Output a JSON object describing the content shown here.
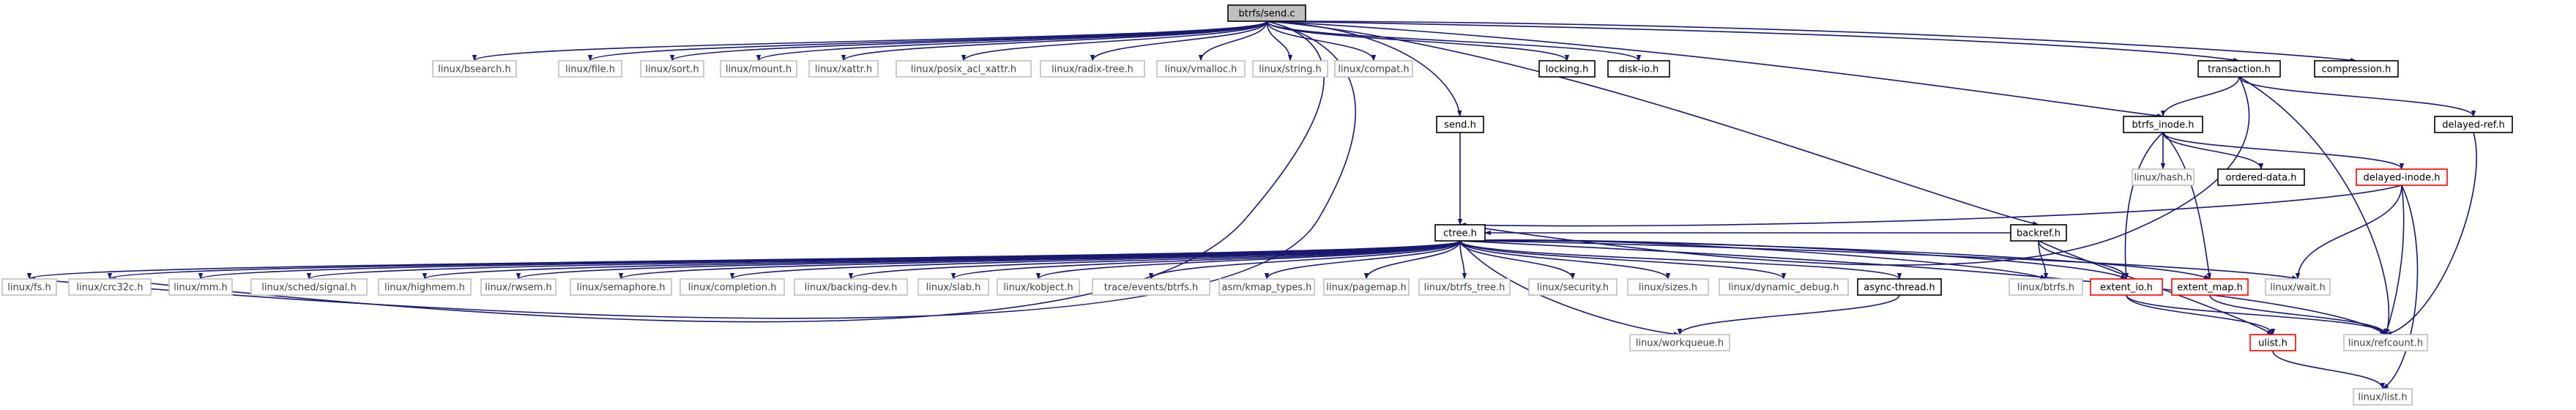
{
  "diagram": {
    "colors": {
      "edge": "#191970",
      "root_fill": "#bfbfbf",
      "linked_border": "#000000",
      "grey_border": "#bfbfbf",
      "red_border": "#ff0000",
      "grey_text": "#404040",
      "dark_text": "#000000"
    },
    "nodes": [
      {
        "id": "send_c",
        "label": "btrfs/send.c",
        "style": "root"
      },
      {
        "id": "bsearch",
        "label": "linux/bsearch.h",
        "style": "grey"
      },
      {
        "id": "file",
        "label": "linux/file.h",
        "style": "grey"
      },
      {
        "id": "sort",
        "label": "linux/sort.h",
        "style": "grey"
      },
      {
        "id": "mount",
        "label": "linux/mount.h",
        "style": "grey"
      },
      {
        "id": "xattr",
        "label": "linux/xattr.h",
        "style": "grey"
      },
      {
        "id": "posix_acl",
        "label": "linux/posix_acl_xattr.h",
        "style": "grey"
      },
      {
        "id": "radix",
        "label": "linux/radix-tree.h",
        "style": "grey"
      },
      {
        "id": "vmalloc",
        "label": "linux/vmalloc.h",
        "style": "grey"
      },
      {
        "id": "string",
        "label": "linux/string.h",
        "style": "grey"
      },
      {
        "id": "compat",
        "label": "linux/compat.h",
        "style": "grey"
      },
      {
        "id": "locking",
        "label": "locking.h",
        "style": "linked"
      },
      {
        "id": "diskio",
        "label": "disk-io.h",
        "style": "linked"
      },
      {
        "id": "transaction",
        "label": "transaction.h",
        "style": "linked"
      },
      {
        "id": "compression",
        "label": "compression.h",
        "style": "linked"
      },
      {
        "id": "delayed_ref",
        "label": "delayed-ref.h",
        "style": "linked"
      },
      {
        "id": "send_h",
        "label": "send.h",
        "style": "linked"
      },
      {
        "id": "btrfs_inode",
        "label": "btrfs_inode.h",
        "style": "linked"
      },
      {
        "id": "hash",
        "label": "linux/hash.h",
        "style": "grey"
      },
      {
        "id": "ordered",
        "label": "ordered-data.h",
        "style": "linked"
      },
      {
        "id": "delayed_inode",
        "label": "delayed-inode.h",
        "style": "red"
      },
      {
        "id": "ctree",
        "label": "ctree.h",
        "style": "linked"
      },
      {
        "id": "backref",
        "label": "backref.h",
        "style": "linked"
      },
      {
        "id": "fs",
        "label": "linux/fs.h",
        "style": "grey"
      },
      {
        "id": "crc32c",
        "label": "linux/crc32c.h",
        "style": "grey"
      },
      {
        "id": "mm",
        "label": "linux/mm.h",
        "style": "grey"
      },
      {
        "id": "signal",
        "label": "linux/sched/signal.h",
        "style": "grey"
      },
      {
        "id": "highmem",
        "label": "linux/highmem.h",
        "style": "grey"
      },
      {
        "id": "rwsem",
        "label": "linux/rwsem.h",
        "style": "grey"
      },
      {
        "id": "semaphore",
        "label": "linux/semaphore.h",
        "style": "grey"
      },
      {
        "id": "completion",
        "label": "linux/completion.h",
        "style": "grey"
      },
      {
        "id": "backing",
        "label": "linux/backing-dev.h",
        "style": "grey"
      },
      {
        "id": "slab",
        "label": "linux/slab.h",
        "style": "grey"
      },
      {
        "id": "kobject",
        "label": "linux/kobject.h",
        "style": "grey"
      },
      {
        "id": "trace",
        "label": "trace/events/btrfs.h",
        "style": "grey"
      },
      {
        "id": "kmap",
        "label": "asm/kmap_types.h",
        "style": "grey"
      },
      {
        "id": "pagemap",
        "label": "linux/pagemap.h",
        "style": "grey"
      },
      {
        "id": "btrfs_tree",
        "label": "linux/btrfs_tree.h",
        "style": "grey"
      },
      {
        "id": "security",
        "label": "linux/security.h",
        "style": "grey"
      },
      {
        "id": "sizes",
        "label": "linux/sizes.h",
        "style": "grey"
      },
      {
        "id": "dyndebug",
        "label": "linux/dynamic_debug.h",
        "style": "grey"
      },
      {
        "id": "async",
        "label": "async-thread.h",
        "style": "linked"
      },
      {
        "id": "lbtrfs",
        "label": "linux/btrfs.h",
        "style": "grey"
      },
      {
        "id": "extent_io",
        "label": "extent_io.h",
        "style": "red"
      },
      {
        "id": "extent_map",
        "label": "extent_map.h",
        "style": "red"
      },
      {
        "id": "wait",
        "label": "linux/wait.h",
        "style": "grey"
      },
      {
        "id": "refcount",
        "label": "linux/refcount.h",
        "style": "grey"
      },
      {
        "id": "workqueue",
        "label": "linux/workqueue.h",
        "style": "grey"
      },
      {
        "id": "ulist",
        "label": "ulist.h",
        "style": "red"
      },
      {
        "id": "list",
        "label": "linux/list.h",
        "style": "grey"
      }
    ],
    "edges": [
      [
        "send_c",
        "bsearch"
      ],
      [
        "send_c",
        "file"
      ],
      [
        "send_c",
        "sort"
      ],
      [
        "send_c",
        "mount"
      ],
      [
        "send_c",
        "xattr"
      ],
      [
        "send_c",
        "posix_acl"
      ],
      [
        "send_c",
        "radix"
      ],
      [
        "send_c",
        "vmalloc"
      ],
      [
        "send_c",
        "string"
      ],
      [
        "send_c",
        "compat"
      ],
      [
        "send_c",
        "locking"
      ],
      [
        "send_c",
        "diskio"
      ],
      [
        "send_c",
        "transaction"
      ],
      [
        "send_c",
        "compression"
      ],
      [
        "send_c",
        "send_h"
      ],
      [
        "send_c",
        "btrfs_inode"
      ],
      [
        "send_c",
        "backref"
      ],
      [
        "send_c",
        "fs"
      ],
      [
        "send_c",
        "crc32c"
      ],
      [
        "transaction",
        "btrfs_inode"
      ],
      [
        "transaction",
        "delayed_ref"
      ],
      [
        "transaction",
        "ctree"
      ],
      [
        "transaction",
        "refcount"
      ],
      [
        "delayed_ref",
        "refcount"
      ],
      [
        "btrfs_inode",
        "hash"
      ],
      [
        "btrfs_inode",
        "ordered"
      ],
      [
        "btrfs_inode",
        "delayed_inode"
      ],
      [
        "btrfs_inode",
        "extent_io"
      ],
      [
        "btrfs_inode",
        "extent_map"
      ],
      [
        "delayed_inode",
        "ctree"
      ],
      [
        "delayed_inode",
        "wait"
      ],
      [
        "delayed_inode",
        "refcount"
      ],
      [
        "delayed_inode",
        "list"
      ],
      [
        "send_h",
        "ctree"
      ],
      [
        "backref",
        "ctree"
      ],
      [
        "backref",
        "lbtrfs"
      ],
      [
        "backref",
        "extent_io"
      ],
      [
        "backref",
        "ulist"
      ],
      [
        "ctree",
        "fs"
      ],
      [
        "ctree",
        "crc32c"
      ],
      [
        "ctree",
        "mm"
      ],
      [
        "ctree",
        "signal"
      ],
      [
        "ctree",
        "highmem"
      ],
      [
        "ctree",
        "rwsem"
      ],
      [
        "ctree",
        "semaphore"
      ],
      [
        "ctree",
        "completion"
      ],
      [
        "ctree",
        "backing"
      ],
      [
        "ctree",
        "slab"
      ],
      [
        "ctree",
        "kobject"
      ],
      [
        "ctree",
        "trace"
      ],
      [
        "ctree",
        "kmap"
      ],
      [
        "ctree",
        "pagemap"
      ],
      [
        "ctree",
        "btrfs_tree"
      ],
      [
        "ctree",
        "workqueue"
      ],
      [
        "ctree",
        "security"
      ],
      [
        "ctree",
        "sizes"
      ],
      [
        "ctree",
        "dyndebug"
      ],
      [
        "ctree",
        "async"
      ],
      [
        "ctree",
        "lbtrfs"
      ],
      [
        "ctree",
        "extent_io"
      ],
      [
        "ctree",
        "extent_map"
      ],
      [
        "ctree",
        "wait"
      ],
      [
        "ctree",
        "refcount"
      ],
      [
        "async",
        "workqueue"
      ],
      [
        "extent_io",
        "refcount"
      ],
      [
        "extent_io",
        "ulist"
      ],
      [
        "extent_map",
        "refcount"
      ],
      [
        "ulist",
        "list"
      ]
    ]
  }
}
